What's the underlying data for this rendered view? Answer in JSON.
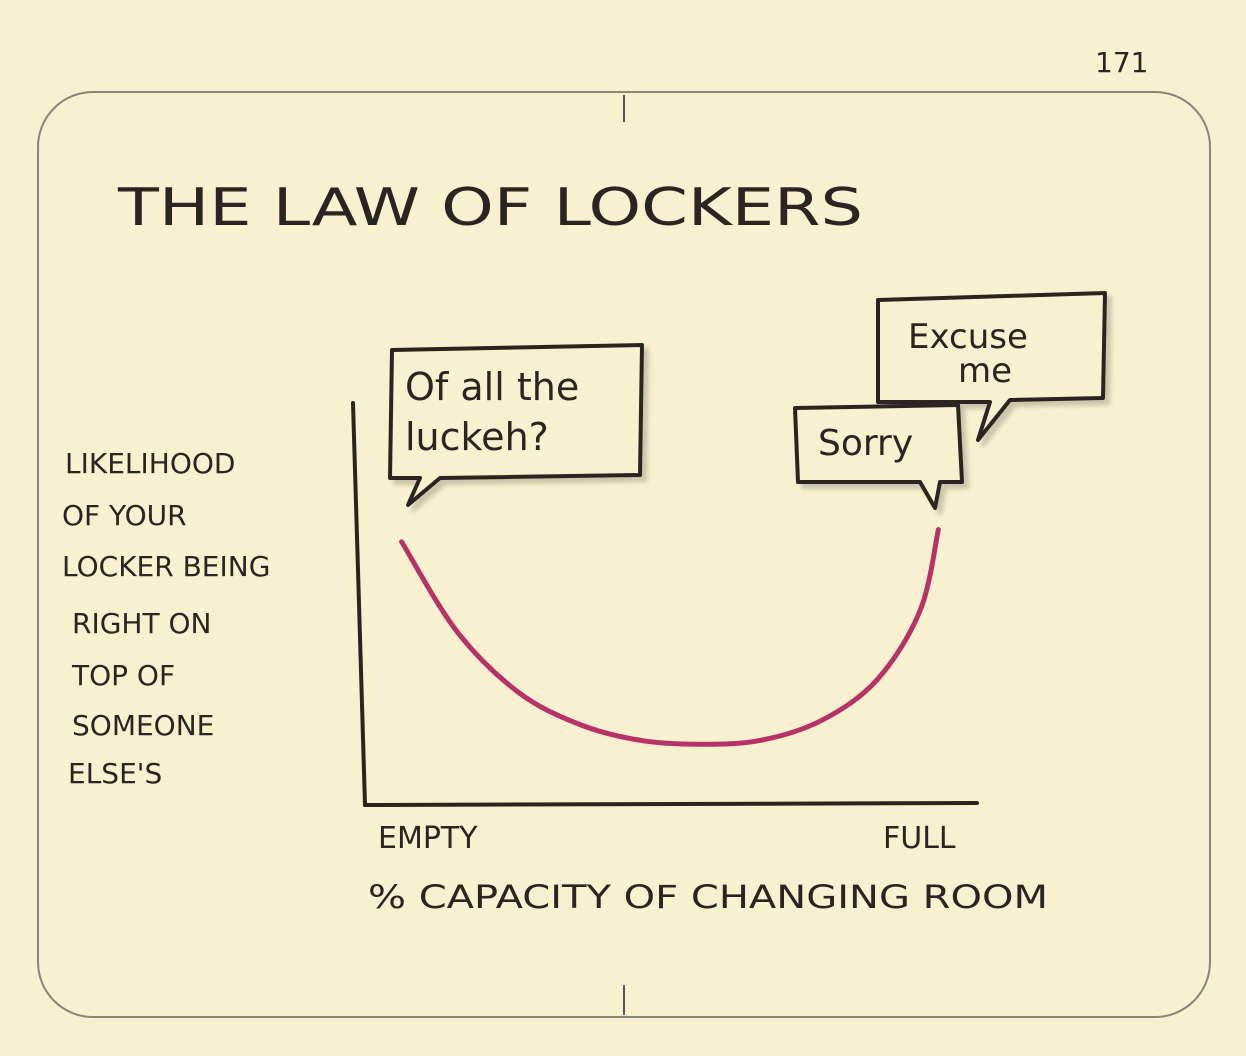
{
  "page_number": "171",
  "chart_data": {
    "type": "line",
    "title": "THE LAW OF LOCKERS",
    "ylabel_lines": [
      "LIKELIHOOD",
      "OF YOUR",
      "LOCKER BEING",
      "RIGHT ON",
      "TOP OF",
      "SOMEONE",
      "ELSE'S"
    ],
    "xlabel": "% CAPACITY OF CHANGING ROOM",
    "x_tick_labels": [
      "EMPTY",
      "FULL"
    ],
    "xlim": [
      0,
      100
    ],
    "ylim": [
      0,
      1
    ],
    "grid": false,
    "series": [
      {
        "color": "#b8326a",
        "x": [
          6,
          15,
          25,
          35,
          45,
          55,
          65,
          75,
          84,
          91,
          94
        ],
        "y": [
          0.65,
          0.43,
          0.28,
          0.2,
          0.16,
          0.15,
          0.16,
          0.21,
          0.31,
          0.48,
          0.68
        ]
      }
    ],
    "annotations": [
      {
        "text_lines": [
          "Of all the",
          "luckeh?"
        ]
      },
      {
        "text_lines": [
          "Sorry"
        ]
      },
      {
        "text_lines": [
          "Excuse",
          "me"
        ]
      }
    ]
  }
}
